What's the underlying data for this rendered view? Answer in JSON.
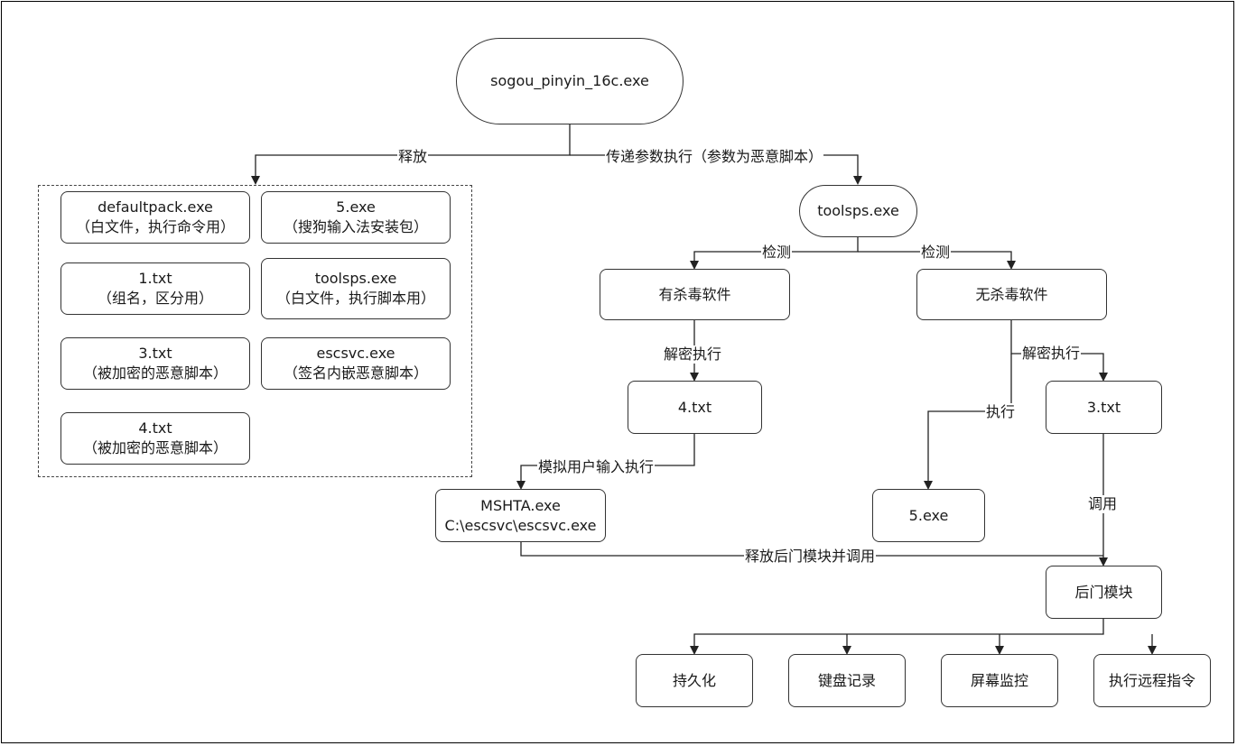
{
  "nodes": {
    "root": "sogou_pinyin_16c.exe",
    "toolsps_main": "toolsps.exe",
    "has_av": "有杀毒软件",
    "no_av": "无杀毒软件",
    "txt4": "4.txt",
    "txt3": "3.txt",
    "mshta_l1": "MSHTA.exe",
    "mshta_l2": "C:\\escsvc\\escsvc.exe",
    "exe5": "5.exe",
    "backdoor": "后门模块",
    "persist": "持久化",
    "keylog": "键盘记录",
    "screen": "屏幕监控",
    "remote": "执行远程指令"
  },
  "released": [
    {
      "name": "defaultpack.exe",
      "desc": "（白文件，执行命令用）"
    },
    {
      "name": "5.exe",
      "desc": "（搜狗输入法安装包）"
    },
    {
      "name": "1.txt",
      "desc": "（组名，区分用）"
    },
    {
      "name": "toolsps.exe",
      "desc": "（白文件，执行脚本用）"
    },
    {
      "name": "3.txt",
      "desc": "（被加密的恶意脚本）"
    },
    {
      "name": "escsvc.exe",
      "desc": "（签名内嵌恶意脚本）"
    },
    {
      "name": "4.txt",
      "desc": "（被加密的恶意脚本）"
    }
  ],
  "labels": {
    "release": "释放",
    "pass_args": "传递参数执行（参数为恶意脚本）",
    "detect_left": "检测",
    "detect_right": "检测",
    "decrypt_left": "解密执行",
    "decrypt_right": "解密执行",
    "execute": "执行",
    "simulate": "模拟用户输入执行",
    "invoke": "调用",
    "release_backdoor": "释放后门模块并调用"
  }
}
